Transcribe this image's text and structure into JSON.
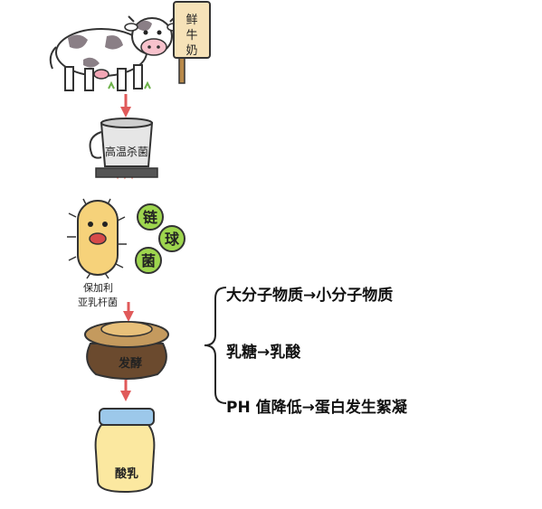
{
  "steps": {
    "fresh_milk_sign": "鲜牛奶",
    "sterilize": "高温杀菌",
    "bacteria_strep_1": "链",
    "bacteria_strep_2": "球",
    "bacteria_strep_3": "菌",
    "bacteria_bulgaricus_line1": "保加利",
    "bacteria_bulgaricus_line2": "亚乳杆菌",
    "ferment": "发酵",
    "yogurt": "酸乳"
  },
  "notes": [
    "大分子物质→小分子物质",
    "乳糖→乳酸",
    "PH 值降低→蛋白发生絮凝"
  ],
  "colors": {
    "arrow": "#e05a5a",
    "bacteria_green": "#9ed64e",
    "rod_bacterium": "#f6d27a",
    "pot": "#6b4a2e",
    "jar_body": "#fbe8a0",
    "jar_lid": "#9cc8ea",
    "sign": "#f6e2b8"
  },
  "icons": [
    "cow-icon",
    "pot-icon",
    "rod-bacterium-icon",
    "ferment-jar-icon",
    "yogurt-jar-icon",
    "brace-icon"
  ]
}
